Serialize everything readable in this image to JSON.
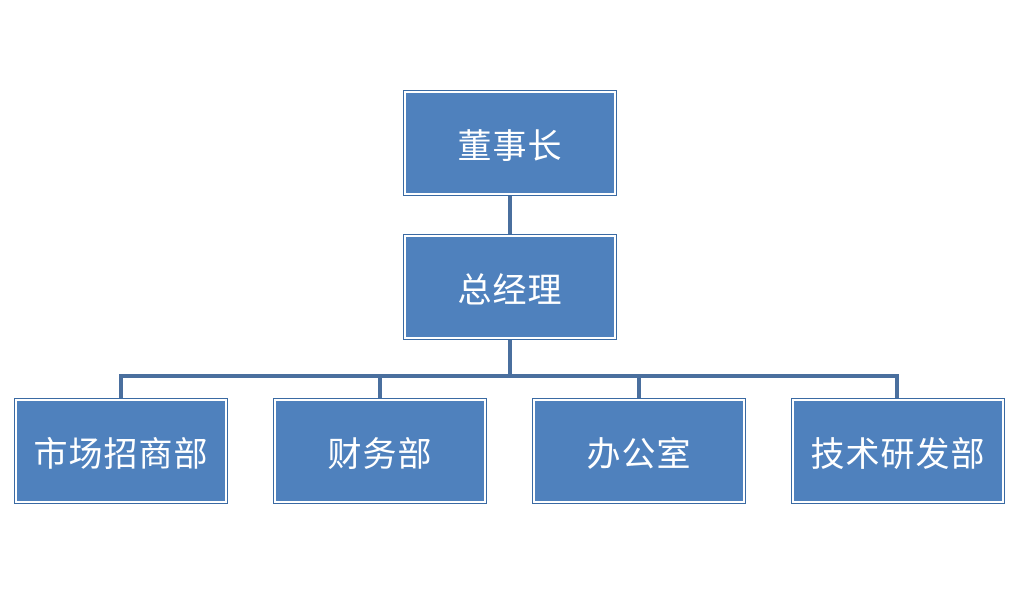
{
  "chart": {
    "root": {
      "label": "董事长"
    },
    "manager": {
      "label": "总经理"
    },
    "departments": [
      {
        "label": "市场招商部"
      },
      {
        "label": "财务部"
      },
      {
        "label": "办公室"
      },
      {
        "label": "技术研发部"
      }
    ]
  },
  "colors": {
    "box_fill": "#4f81bd",
    "box_border": "#3a6aa3",
    "connector": "#4a6f9e",
    "text": "#ffffff"
  }
}
